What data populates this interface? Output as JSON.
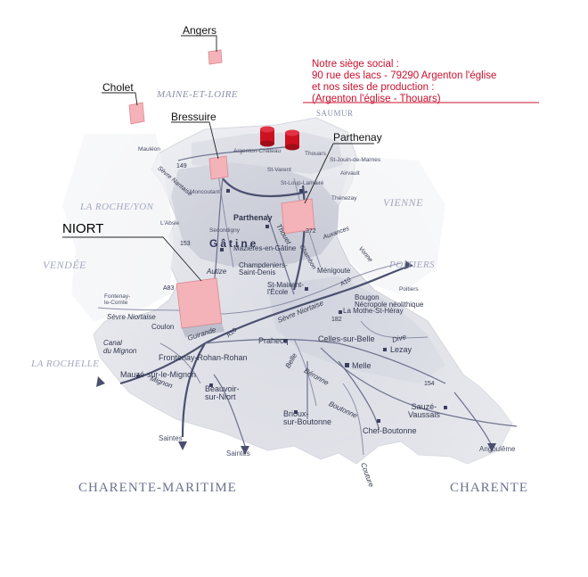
{
  "marker_color": "#f4b3b8",
  "marker_dark": "#dd8590",
  "factory_color": "#cc1120",
  "map_land_color": "#d6d8e0",
  "headquarters_note": {
    "lines": [
      "Notre siège social :",
      "90 rue des lacs - 79290 Argenton l'église",
      "et nos sites de production :",
      "(Argenton l'église - Thouars)"
    ],
    "color": "#c8102e"
  },
  "cities": {
    "angers": "Angers",
    "cholet": "Cholet",
    "bressuire": "Bressuire",
    "parthenay": "Parthenay",
    "niort": "NIORT"
  },
  "regions": {
    "maine_et_loire": "MAINE-ET-LOIRE",
    "saumur": "SAUMUR",
    "la_roche_yon": "LA ROCHE/YON",
    "vienne": "VIENNE",
    "vendee": "VENDÉE",
    "poitiers": "POITIERS",
    "la_rochelle": "LA ROCHELLE",
    "charente_maritime": "CHARENTE-MARITIME",
    "charente": "CHARENTE"
  },
  "map_labels": {
    "argenton_chateau": "Argenton-Château",
    "thouars": "Thouars",
    "st_varent": "St-Varent",
    "st_jouin_de_marnes": "St-Jouin-de-Marnes",
    "airvault": "Airvault",
    "st_loup_lamaire": "St-Loup-Lamairé",
    "thenezay": "Thénezay",
    "moncoutant": "Moncoutant",
    "parthenay_town": "Parthenay",
    "secondigny": "Secondigny",
    "mazieres": "Mazières-en-Gâtine",
    "champdeniers": "Champdeniers-Saint-Denis",
    "menigoute": "Ménigoute",
    "st_maixent": "St-Maixent-l'École",
    "bougon": "Bougon\nNécropole néolithique",
    "la_mothe": "La Mothe-St-Héray",
    "coulon": "Coulon",
    "prahecq": "Prahecq",
    "celles": "Celles-sur-Belle",
    "lezay": "Lezay",
    "frontenay": "Frontenay-Rohan-Rohan",
    "mauze": "Mauzé-sur-le-Mignon",
    "beauvoir": "Beauvoir-\nsur-Niort",
    "melle": "Melle",
    "brioux": "Brioux-\nsur-Boutonne",
    "chef_boutonne": "Chef-Boutonne",
    "sauze": "Sauzé-\nVaussais",
    "saintes_1": "Saintes",
    "saintes_2": "Saintes",
    "angouleme": "Angoulême",
    "poitiers_small": "Poitiers",
    "labsie": "L'Absie",
    "mauleon": "Mauléon",
    "fontenay": "Fontenay-\nle-Comte",
    "gatine": "Gâtine"
  },
  "rivers": {
    "sevre_niortaise": "Sèvre Niortaise",
    "canal_mignon": "Canal\ndu Mignon",
    "guirande": "Guirande",
    "mignon": "Mignon",
    "autize": "Autize",
    "sevre_nantaise": "Sèvre Nantaise",
    "thouet": "Thouet",
    "belle": "Belle",
    "beronne": "Béronne",
    "boutonne": "Boutonne",
    "dive": "Dive",
    "couture": "Couture",
    "chambon": "Chambon",
    "vonne": "Vonne",
    "auxance": "Auxances",
    "sevre_nior2": "Sèvre Niortaise"
  },
  "roads": {
    "a10_1": "A10",
    "a10_2": "A10",
    "a83": "A83",
    "n149": "149",
    "n153": "153",
    "n182": "182",
    "n154": "154",
    "n272": "272"
  }
}
